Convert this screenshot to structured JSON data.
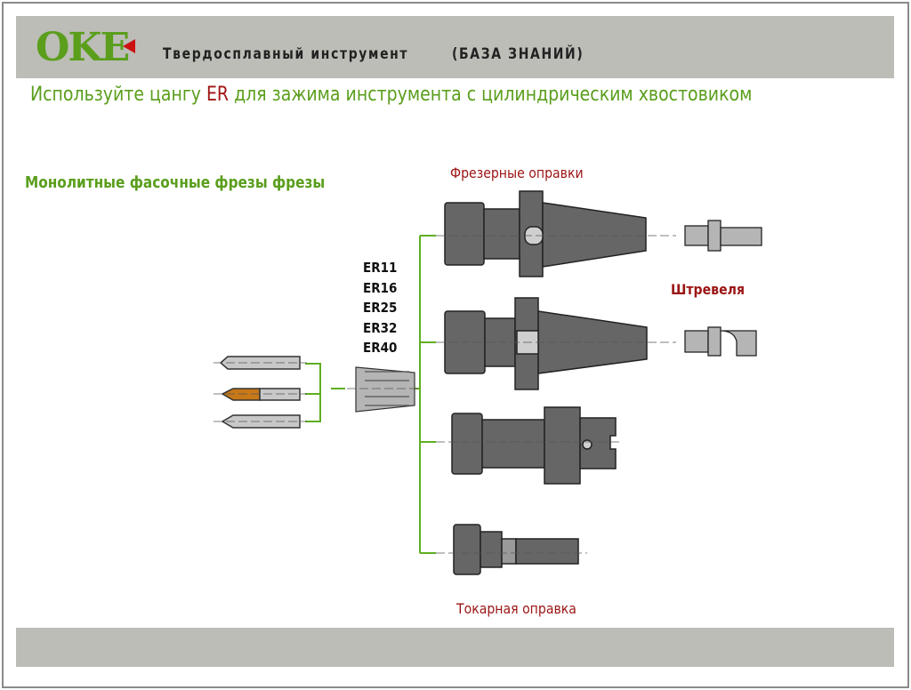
{
  "header": {
    "logo": "OKE",
    "title": "Твердосплавный инструмент",
    "subtitle": "(БАЗА ЗНАНИЙ)"
  },
  "main_line": {
    "before": "Используйте цангу ",
    "highlight": "ER",
    "after": " для зажима инструмента с цилиндрическим хвостовиком"
  },
  "section_title": "Монолитные фасочные фрезы фрезы",
  "collet_sizes": [
    "ER11",
    "ER16",
    "ER25",
    "ER32",
    "ER40"
  ],
  "labels": {
    "milling_holders": "Фрезерные оправки",
    "pull_studs": "Штревеля",
    "turning_holder": "Токарная оправка"
  },
  "colors": {
    "green": "#5a9e1c",
    "red": "#9b1414",
    "band": "#bbbdb6"
  }
}
